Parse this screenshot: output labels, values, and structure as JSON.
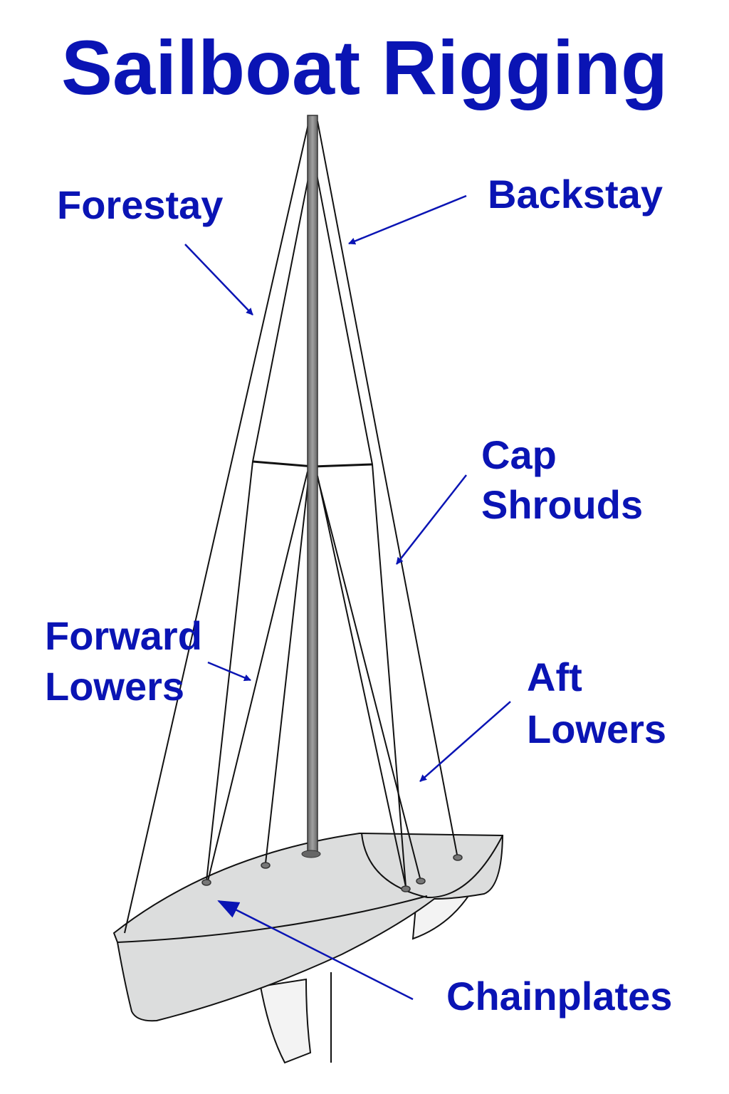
{
  "title": "Sailboat Rigging",
  "labels": {
    "forestay": "Forestay",
    "backstay": "Backstay",
    "cap_shrouds_line1": "Cap",
    "cap_shrouds_line2": "Shrouds",
    "forward_lowers_line1": "Forward",
    "forward_lowers_line2": "Lowers",
    "aft_lowers_line1": "Aft",
    "aft_lowers_line2": "Lowers",
    "chainplates": "Chainplates"
  },
  "colors": {
    "label": "#0a14b4",
    "hull": "#dcdddd",
    "mast": "#8a8a8a"
  }
}
